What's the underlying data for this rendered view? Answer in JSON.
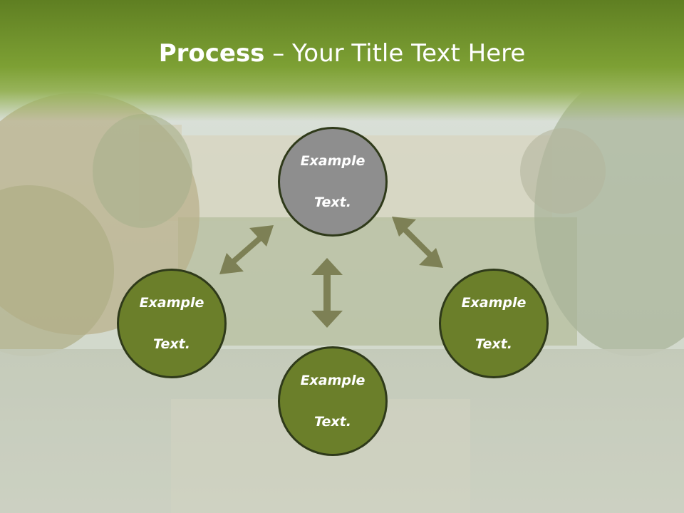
{
  "slide": {
    "title_bold": "Process",
    "title_rest": " – Your Title Text Here"
  },
  "nodes": [
    {
      "id": "top",
      "line1": "Example",
      "line2": "Text.",
      "color": "#8e8e8e"
    },
    {
      "id": "left",
      "line1": "Example",
      "line2": "Text.",
      "color": "#6b7f2a"
    },
    {
      "id": "right",
      "line1": "Example",
      "line2": "Text.",
      "color": "#6b7f2a"
    },
    {
      "id": "bottom",
      "line1": "Example",
      "line2": "Text.",
      "color": "#6b7f2a"
    }
  ],
  "colors": {
    "header_green": "#6e8f2a",
    "node_green": "#6b7f2a",
    "node_gray": "#8e8e8e",
    "arrow": "#7d8055",
    "node_border": "#2f3a1a"
  }
}
